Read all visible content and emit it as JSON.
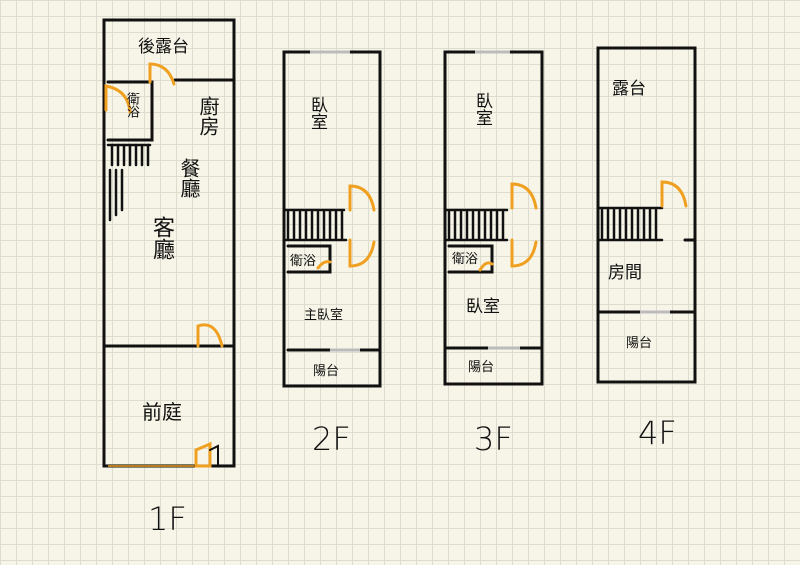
{
  "floors": [
    {
      "label": "1F",
      "rooms": {
        "rear_terrace": "後露台",
        "bath": "衛浴",
        "kitchen": "廚房",
        "dining": "餐廳",
        "living": "客廳",
        "front_yard": "前庭"
      }
    },
    {
      "label": "2F",
      "rooms": {
        "bedroom": "臥室",
        "bath": "衛浴",
        "master": "主臥室",
        "balcony": "陽台"
      }
    },
    {
      "label": "3F",
      "rooms": {
        "bedroom1": "臥室",
        "bath": "衛浴",
        "bedroom2": "臥室",
        "balcony": "陽台"
      }
    },
    {
      "label": "4F",
      "rooms": {
        "terrace": "露台",
        "room": "房間",
        "balcony": "陽台"
      }
    }
  ],
  "colors": {
    "wall": "#111111",
    "door": "#f0a020",
    "paper": "#f7f5e8"
  }
}
